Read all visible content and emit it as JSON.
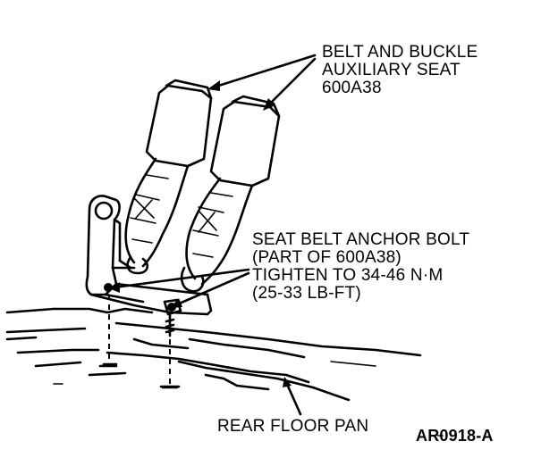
{
  "labels": {
    "belt_buckle": {
      "line1": "BELT AND BUCKLE",
      "line2": "AUXILIARY SEAT",
      "line3": "600A38"
    },
    "anchor_bolt": {
      "line1": "SEAT BELT ANCHOR BOLT",
      "line2": "(PART OF 600A38)",
      "line3": "TIGHTEN TO 34-46 N·M",
      "line4": "(25-33 LB-FT)"
    },
    "floor_pan": "REAR FLOOR PAN",
    "figure_code": "AR0918-A"
  },
  "colors": {
    "ink": "#000000",
    "background": "#ffffff"
  }
}
